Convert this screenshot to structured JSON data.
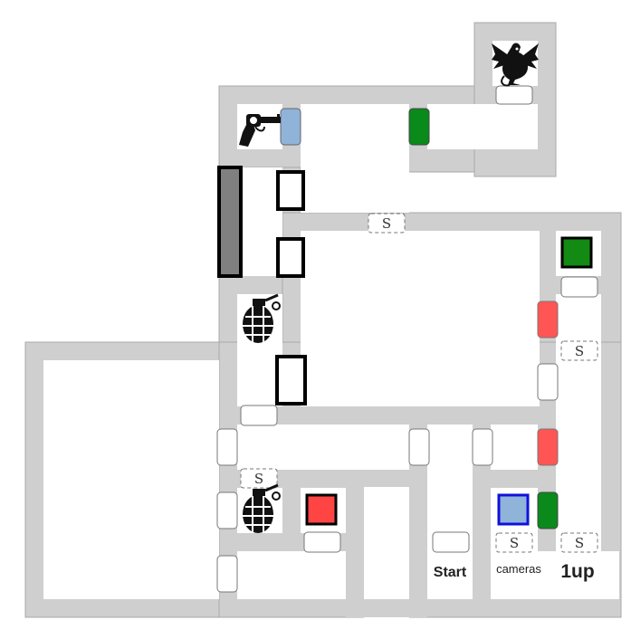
{
  "labels": {
    "start": "Start",
    "cameras": "cameras",
    "one_up": "1up",
    "secret": "S"
  },
  "colors": {
    "wall": "#cfcfcf",
    "floor": "#ffffff",
    "door_white": "#ffffff",
    "door_blue": "#8fb3d9",
    "door_green": "#0a8a1a",
    "door_red": "#ff5555",
    "gate_gray": "#808080",
    "switch_green": "#138a13",
    "switch_red": "#ff4444",
    "switch_blue": "#8fb3d9",
    "switch_blue_border": "#1010dd"
  },
  "items": {
    "boss": "dragon-icon",
    "weapon": "revolver-icon",
    "grenade_1": "grenade-icon",
    "grenade_2": "grenade-icon"
  },
  "door_states": {
    "blue_door": "locked",
    "green_doors": "locked",
    "red_doors": "locked",
    "gray_gate": "closed"
  }
}
